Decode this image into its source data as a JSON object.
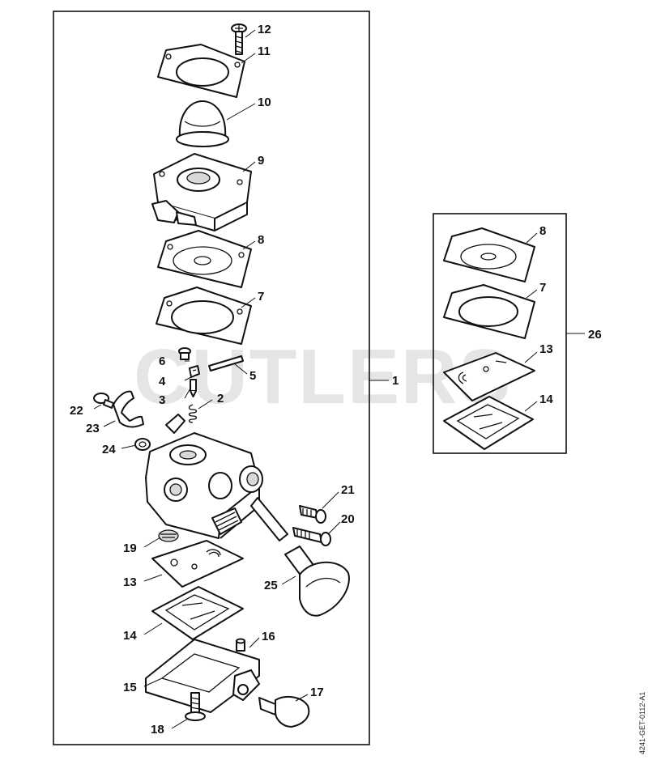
{
  "watermark": "CUTLERS",
  "drawing_code": "4241-GET-0112-A1",
  "callouts": {
    "c1": "1",
    "c2": "2",
    "c3": "3",
    "c4": "4",
    "c5": "5",
    "c6": "6",
    "c7": "7",
    "c8": "8",
    "c9": "9",
    "c10": "10",
    "c11": "11",
    "c12": "12",
    "c13": "13",
    "c14": "14",
    "c15": "15",
    "c16": "16",
    "c17": "17",
    "c18": "18",
    "c19": "19",
    "c20": "20",
    "c21": "21",
    "c22": "22",
    "c23": "23",
    "c24": "24",
    "c25": "25",
    "c26": "26",
    "k8": "8",
    "k7": "7",
    "k13": "13",
    "k14": "14"
  }
}
